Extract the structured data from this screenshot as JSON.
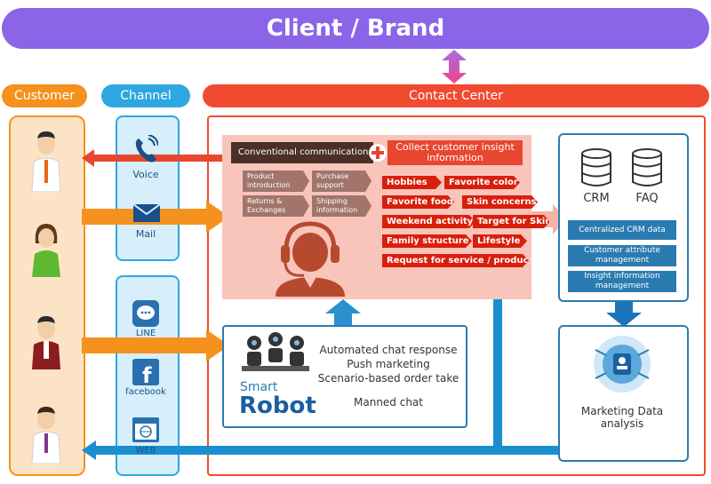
{
  "header": {
    "title": "Client / Brand"
  },
  "sections": {
    "customer": "Customer",
    "channel": "Channel",
    "contact_center": "Contact Center"
  },
  "channels": {
    "voice": "Voice",
    "mail": "Mail",
    "line": "LINE",
    "facebook": "facebook",
    "web": "WEB"
  },
  "center": {
    "conventional": "Conventional communication",
    "collect": "Collect customer insight information",
    "procedures": [
      "Product introduction",
      "Purchase support",
      "Returns & Exchanges",
      "Shipping information"
    ],
    "insights": [
      "Hobbies",
      "Favorite color",
      "Favorite food",
      "Skin concerns",
      "Weekend activity",
      "Target for Skin",
      "Family structure",
      "Lifestyle",
      "Request for service / products"
    ]
  },
  "robot": {
    "brand_small": "Smart",
    "brand_large": "Robot",
    "lines": [
      "Automated chat response",
      "Push marketing",
      "Scenario-based order take",
      "Manned chat"
    ]
  },
  "data_panel": {
    "crm": "CRM",
    "faq": "FAQ",
    "boxes": [
      "Centralized CRM data",
      "Customer attribute management",
      "Insight information management"
    ],
    "analysis": "Marketing Data analysis"
  },
  "colors": {
    "purple": "#8a65e8",
    "orange": "#f5921e",
    "cyan": "#2ea7e0",
    "red": "#f04b2f",
    "blue": "#1a74b8"
  }
}
